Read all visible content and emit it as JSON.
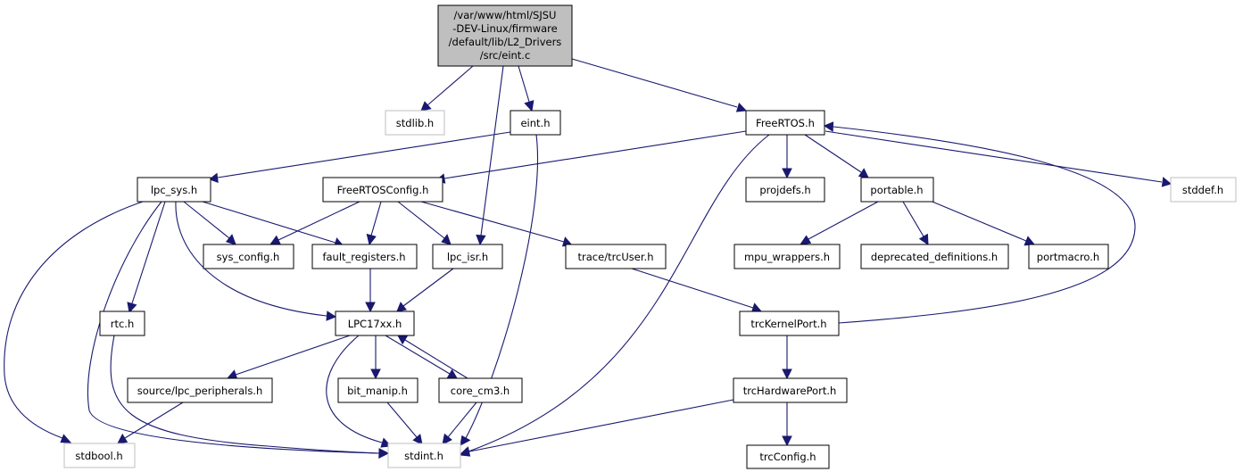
{
  "graph_title": "",
  "colors": {
    "edge": "#191970",
    "root_fill": "#bfbfbf",
    "ext_border": "#bfbfbf",
    "node_border": "#000000"
  },
  "nodes": {
    "root": {
      "lines": [
        "/var/www/html/SJSU",
        "-DEV-Linux/firmware",
        "/default/lib/L2_Drivers",
        "/src/eint.c"
      ]
    },
    "stdlib": {
      "label": "stdlib.h"
    },
    "eint": {
      "label": "eint.h"
    },
    "freertos": {
      "label": "FreeRTOS.h"
    },
    "lpc_sys": {
      "label": "lpc_sys.h"
    },
    "freertosconfig": {
      "label": "FreeRTOSConfig.h"
    },
    "projdefs": {
      "label": "projdefs.h"
    },
    "portable": {
      "label": "portable.h"
    },
    "stddef": {
      "label": "stddef.h"
    },
    "sys_config": {
      "label": "sys_config.h"
    },
    "fault_registers": {
      "label": "fault_registers.h"
    },
    "lpc_isr": {
      "label": "lpc_isr.h"
    },
    "trcuser": {
      "label": "trace/trcUser.h"
    },
    "mpu_wrappers": {
      "label": "mpu_wrappers.h"
    },
    "deprecated": {
      "label": "deprecated_definitions.h"
    },
    "portmacro": {
      "label": "portmacro.h"
    },
    "rtc": {
      "label": "rtc.h"
    },
    "lpc17xx": {
      "label": "LPC17xx.h"
    },
    "trckernelport": {
      "label": "trcKernelPort.h"
    },
    "lpc_peripherals": {
      "label": "source/lpc_peripherals.h"
    },
    "bit_manip": {
      "label": "bit_manip.h"
    },
    "core_cm3": {
      "label": "core_cm3.h"
    },
    "trchardwareport": {
      "label": "trcHardwarePort.h"
    },
    "stdbool": {
      "label": "stdbool.h"
    },
    "stdint": {
      "label": "stdint.h"
    },
    "trcconfig": {
      "label": "trcConfig.h"
    }
  }
}
